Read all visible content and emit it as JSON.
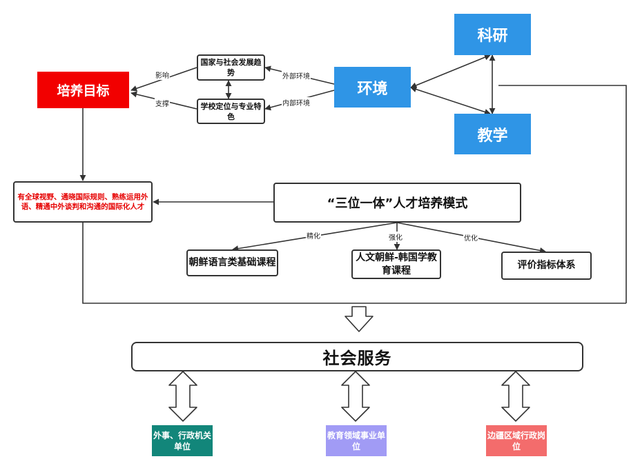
{
  "nodes": {
    "training_goal": "培养目标",
    "national_trend": "国家与社会发展趋势",
    "school_position": "学校定位与专业特色",
    "environment": "环境",
    "research": "科研",
    "teaching": "教学",
    "talent_goal": "有全球视野、通晓国际规则、熟练运用外语、精通中外谈判和沟通的国际化人才",
    "model": "“三位一体”人才培养模式",
    "course_language": "朝鲜语言类基础课程",
    "course_humanities": "人文朝鲜-韩国学教育课程",
    "course_evaluation": "评价指标体系",
    "social_service": "社会服务",
    "unit_foreign_affairs": "外事、行政机关单位",
    "unit_education": "教育领域事业单位",
    "unit_border": "边疆区域行政岗位"
  },
  "edge_labels": {
    "influence": "影响",
    "support": "支撑",
    "external_env": "外部环境",
    "internal_env": "内部环境",
    "refine": "精化",
    "strengthen": "强化",
    "optimize": "优化"
  },
  "colors": {
    "blue": "#2f95e6",
    "red": "#f20000",
    "goal_text": "#e60000",
    "teal": "#12867a",
    "purple": "#a19bf5",
    "salmon": "#f36c6c",
    "line": "#333333"
  }
}
